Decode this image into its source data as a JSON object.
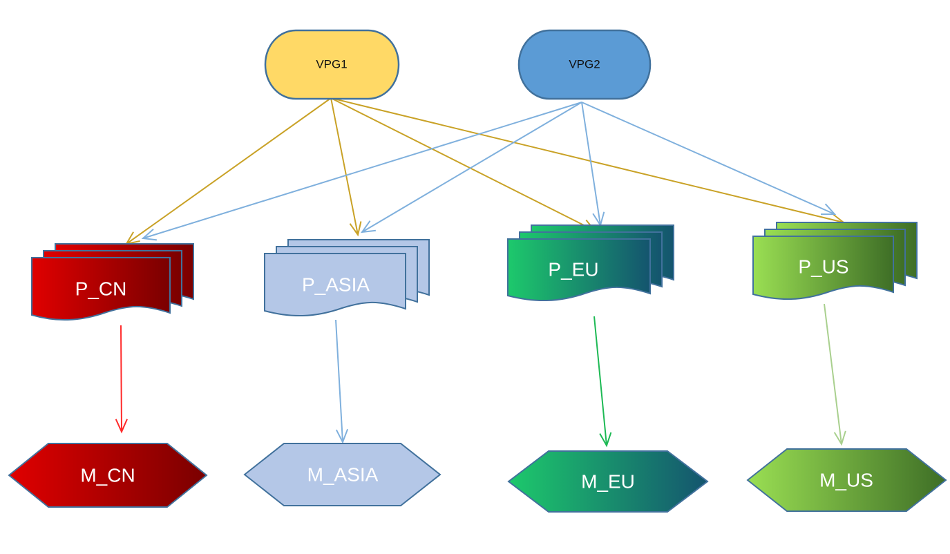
{
  "vpgs": [
    {
      "id": "vpg1",
      "label": "VPG1",
      "fill": "#FFD966",
      "stroke": "#41719C"
    },
    {
      "id": "vpg2",
      "label": "VPG2",
      "fill": "#5B9BD5",
      "stroke": "#41719C"
    }
  ],
  "pools": [
    {
      "id": "p_cn",
      "label": "P_CN",
      "gradient": [
        "#E00000",
        "#7A0000"
      ]
    },
    {
      "id": "p_asia",
      "label": "P_ASIA",
      "gradient": [
        "#B4C7E7",
        "#B4C7E7"
      ]
    },
    {
      "id": "p_eu",
      "label": "P_EU",
      "gradient": [
        "#1DC96C",
        "#14546E"
      ]
    },
    {
      "id": "p_us",
      "label": "P_US",
      "gradient": [
        "#9ADF53",
        "#3E6E26"
      ]
    }
  ],
  "targets": [
    {
      "id": "m_cn",
      "label": "M_CN"
    },
    {
      "id": "m_asia",
      "label": "M_ASIA"
    },
    {
      "id": "m_eu",
      "label": "M_EU"
    },
    {
      "id": "m_us",
      "label": "M_US"
    }
  ],
  "edges": [
    {
      "from": "vpg1",
      "to": "p_cn",
      "color": "#C9A227"
    },
    {
      "from": "vpg1",
      "to": "p_asia",
      "color": "#C9A227"
    },
    {
      "from": "vpg1",
      "to": "p_eu",
      "color": "#C9A227"
    },
    {
      "from": "vpg1",
      "to": "p_us",
      "color": "#C9A227"
    },
    {
      "from": "vpg2",
      "to": "p_cn",
      "color": "#7FB0DD"
    },
    {
      "from": "vpg2",
      "to": "p_asia",
      "color": "#7FB0DD"
    },
    {
      "from": "vpg2",
      "to": "p_eu",
      "color": "#7FB0DD"
    },
    {
      "from": "vpg2",
      "to": "p_us",
      "color": "#7FB0DD"
    },
    {
      "from": "p_cn",
      "to": "m_cn",
      "color": "#FF2A2A"
    },
    {
      "from": "p_asia",
      "to": "m_asia",
      "color": "#7FB0DD"
    },
    {
      "from": "p_eu",
      "to": "m_eu",
      "color": "#1DB954"
    },
    {
      "from": "p_us",
      "to": "m_us",
      "color": "#A9D08E"
    }
  ],
  "colors": {
    "outline": "#41719C",
    "label": "#ffffff"
  }
}
